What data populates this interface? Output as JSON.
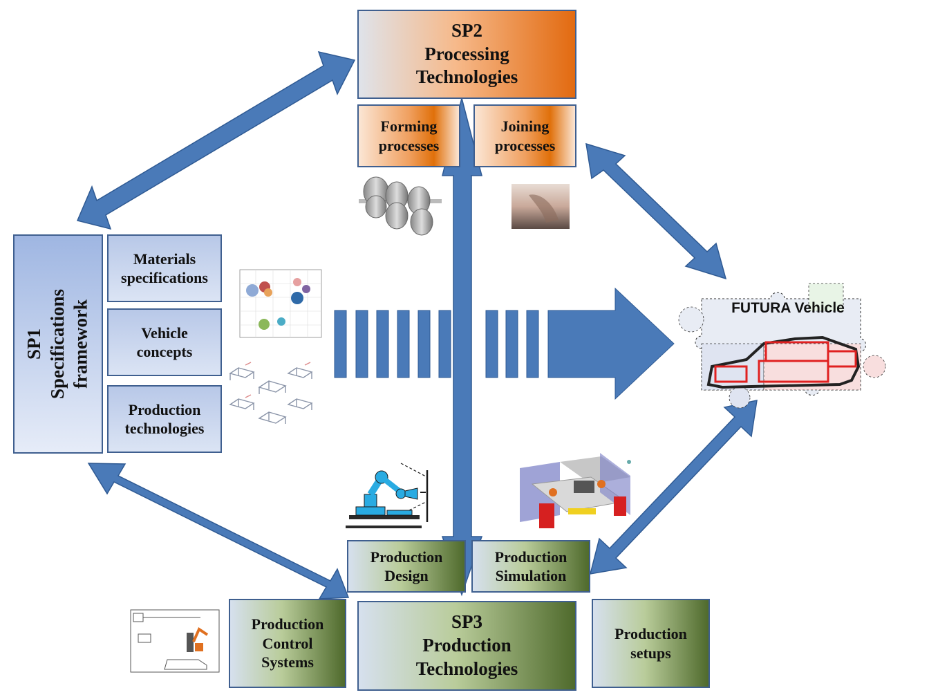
{
  "sp2": {
    "line1": "SP2",
    "line2": "Processing",
    "line3": "Technologies"
  },
  "sp2_children": [
    {
      "line1": "Forming",
      "line2": "processes"
    },
    {
      "line1": "Joining",
      "line2": "processes"
    }
  ],
  "sp1": {
    "line1": "SP1",
    "line2": "Specifications",
    "line3": "framework"
  },
  "sp1_children": [
    {
      "line1": "Materials",
      "line2": "specifications"
    },
    {
      "line1": "Vehicle",
      "line2": "concepts"
    },
    {
      "line1": "Production",
      "line2": "technologies"
    }
  ],
  "sp3": {
    "line1": "SP3",
    "line2": "Production",
    "line3": "Technologies"
  },
  "sp3_children": [
    {
      "line1": "Production",
      "line2": "Design"
    },
    {
      "line1": "Production",
      "line2": "Simulation"
    }
  ],
  "sp3_side": [
    {
      "line1": "Production",
      "line2": "Control",
      "line3": "Systems"
    },
    {
      "line1": "Production",
      "line2": "setups"
    }
  ],
  "target": {
    "label": "FUTURA Vehicle"
  },
  "colors": {
    "arrow": "#4a7ab8",
    "arrow_edge": "#2f5a93",
    "orange": "#e26a10",
    "green": "#4f6a2c",
    "box_border": "#3f5f8f"
  }
}
